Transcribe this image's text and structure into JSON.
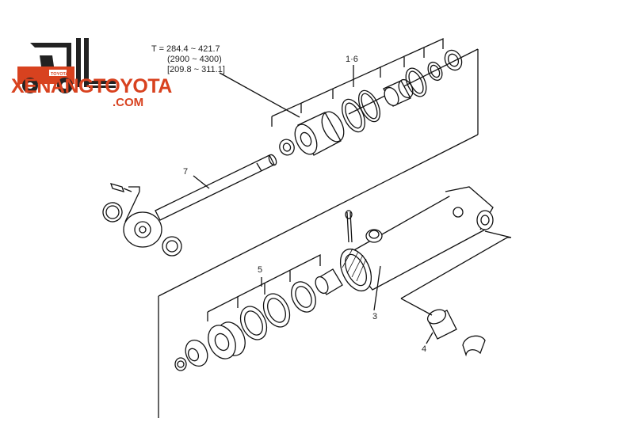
{
  "brand": {
    "name": "XENANGTOYOTA",
    "sub": ".COM",
    "truck_badge": "TOYOTA",
    "color": "#d8421f"
  },
  "torque": {
    "line1": "T = 284.4 ~ 421.7",
    "line2": "(2900 ~ 4300)",
    "line3": "[209.8 ~ 311.1]"
  },
  "callouts": {
    "piston_kit": "1·6",
    "piston_rod": "7",
    "packing_set": "5",
    "cylinder_tube": "3",
    "bushing": "4"
  }
}
